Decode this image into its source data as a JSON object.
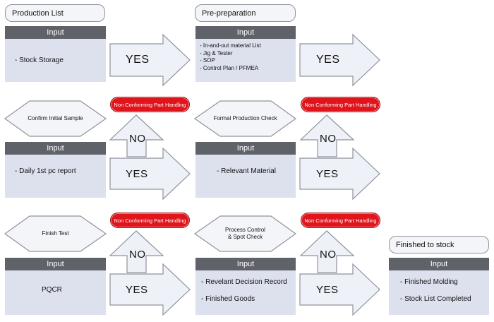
{
  "colors": {
    "header": "#5f6369",
    "body": "#dde1ee",
    "arrow_fill": "#eef1f8",
    "arrow_stroke": "#8f939b",
    "alert": "#e0141b"
  },
  "row1": {
    "left": {
      "title": "Production List",
      "header": "Input",
      "body": "- Stock Storage"
    },
    "arrow1": "YES",
    "right": {
      "title": "Pre-preparation",
      "header": "Input",
      "body": "- In-and-out material List\n- Jig & Tester\n- SOP\n- Control Plan / PFMEA"
    },
    "arrow2": "YES"
  },
  "row2": {
    "left": {
      "diamond": "Confirm Initial Sample",
      "header": "Input",
      "body": "- Daily 1st pc report"
    },
    "nc1": "Non Conforming Part Handling",
    "no1": "NO",
    "yes1": "YES",
    "right": {
      "diamond": "Formal Production Check",
      "header": "Input",
      "body": "- Relevant Material"
    },
    "nc2": "Non Conforming Part Handling",
    "no2": "NO",
    "yes2": "YES"
  },
  "row3": {
    "left": {
      "diamond": "Finish Test",
      "header": "Input",
      "body": "PQCR"
    },
    "nc1": "Non Conforming Part Handling",
    "no1": "NO",
    "yes1": "YES",
    "mid": {
      "diamond": "Process Control\n& Spot Check",
      "header": "Input",
      "body1": "- Revelant Decision Record",
      "body2": "- Finished Goods"
    },
    "nc2": "Non Conforming Part Handling",
    "no2": "NO",
    "yes2": "YES",
    "right": {
      "title": "Finished to stock",
      "header": "Input",
      "body1": "- Finished Molding",
      "body2": "- Stock List Completed"
    }
  }
}
